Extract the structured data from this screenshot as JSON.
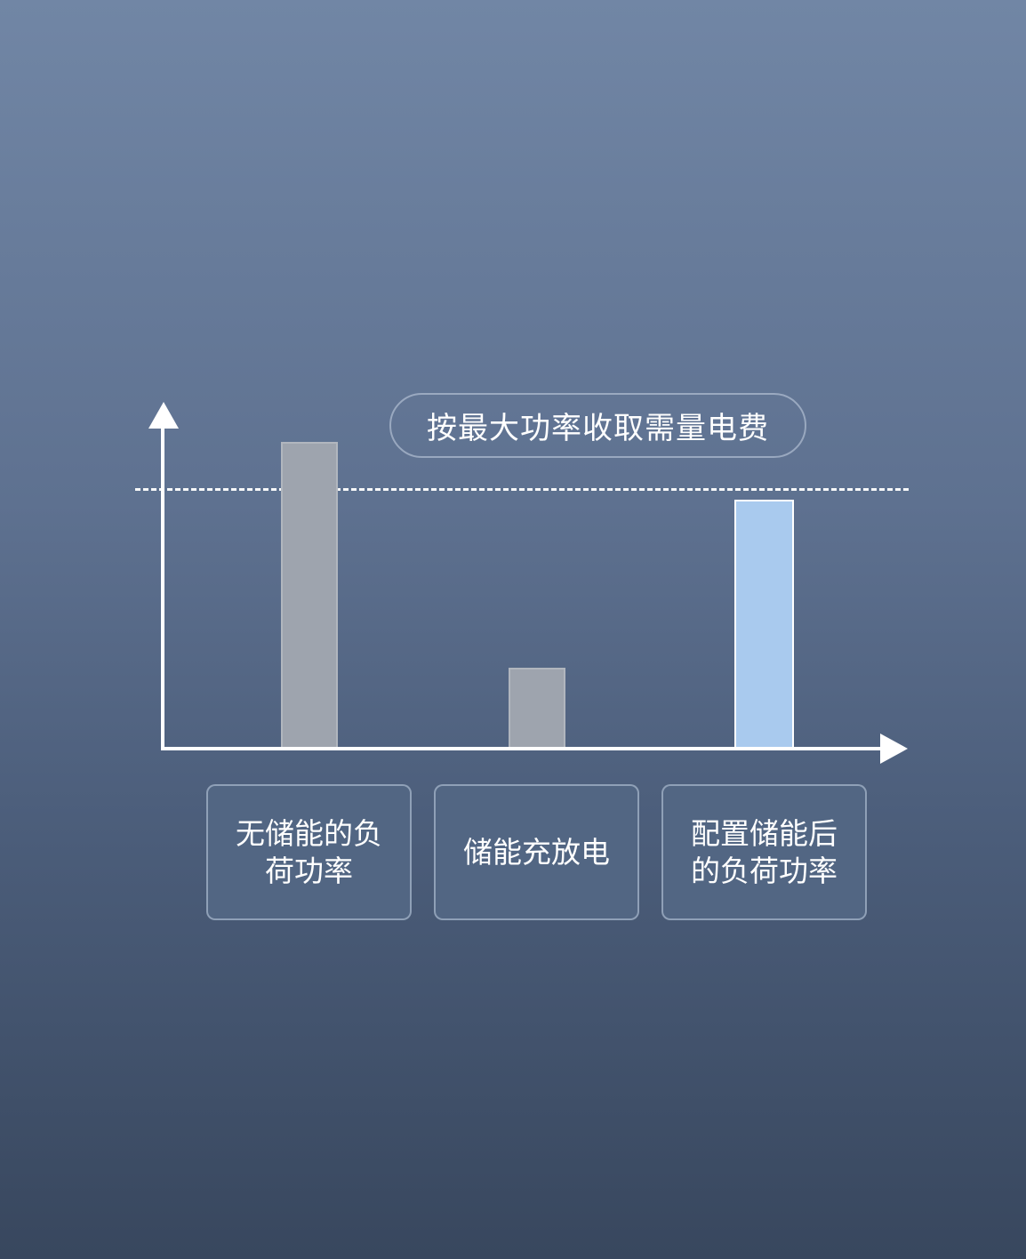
{
  "chart_data": {
    "type": "bar",
    "title": "",
    "annotation": "按最大功率收取需量电费",
    "categories": [
      "无储能的负荷功率",
      "储能充放电",
      "配置储能后的负荷功率"
    ],
    "values": [
      100,
      26,
      81
    ],
    "threshold_line": {
      "value": 85,
      "style": "dashed",
      "label": "按最大功率收取需量电费"
    },
    "xlabel": "",
    "ylabel": "",
    "ylim": [
      0,
      110
    ],
    "grid": false,
    "colors": [
      "#9ea4ae",
      "#9ea4ae",
      "#a9caee"
    ],
    "note": "Conceptual diagram, values are relative heights (no axis ticks shown)"
  },
  "annotation": {
    "text": "按最大功率收取需量电费"
  },
  "labels": [
    {
      "text": "无储能的负荷功率",
      "line1": "无储能的负",
      "line2": "荷功率"
    },
    {
      "text": "储能充放电"
    },
    {
      "text": "配置储能后的负荷功率",
      "line1": "配置储能后",
      "line2": "的负荷功率"
    }
  ],
  "colors": {
    "background_top": "#7186a5",
    "background_bottom": "#38475e",
    "bar_gray": "#9ea4ae",
    "bar_blue": "#a9caee",
    "axis": "#ffffff"
  }
}
